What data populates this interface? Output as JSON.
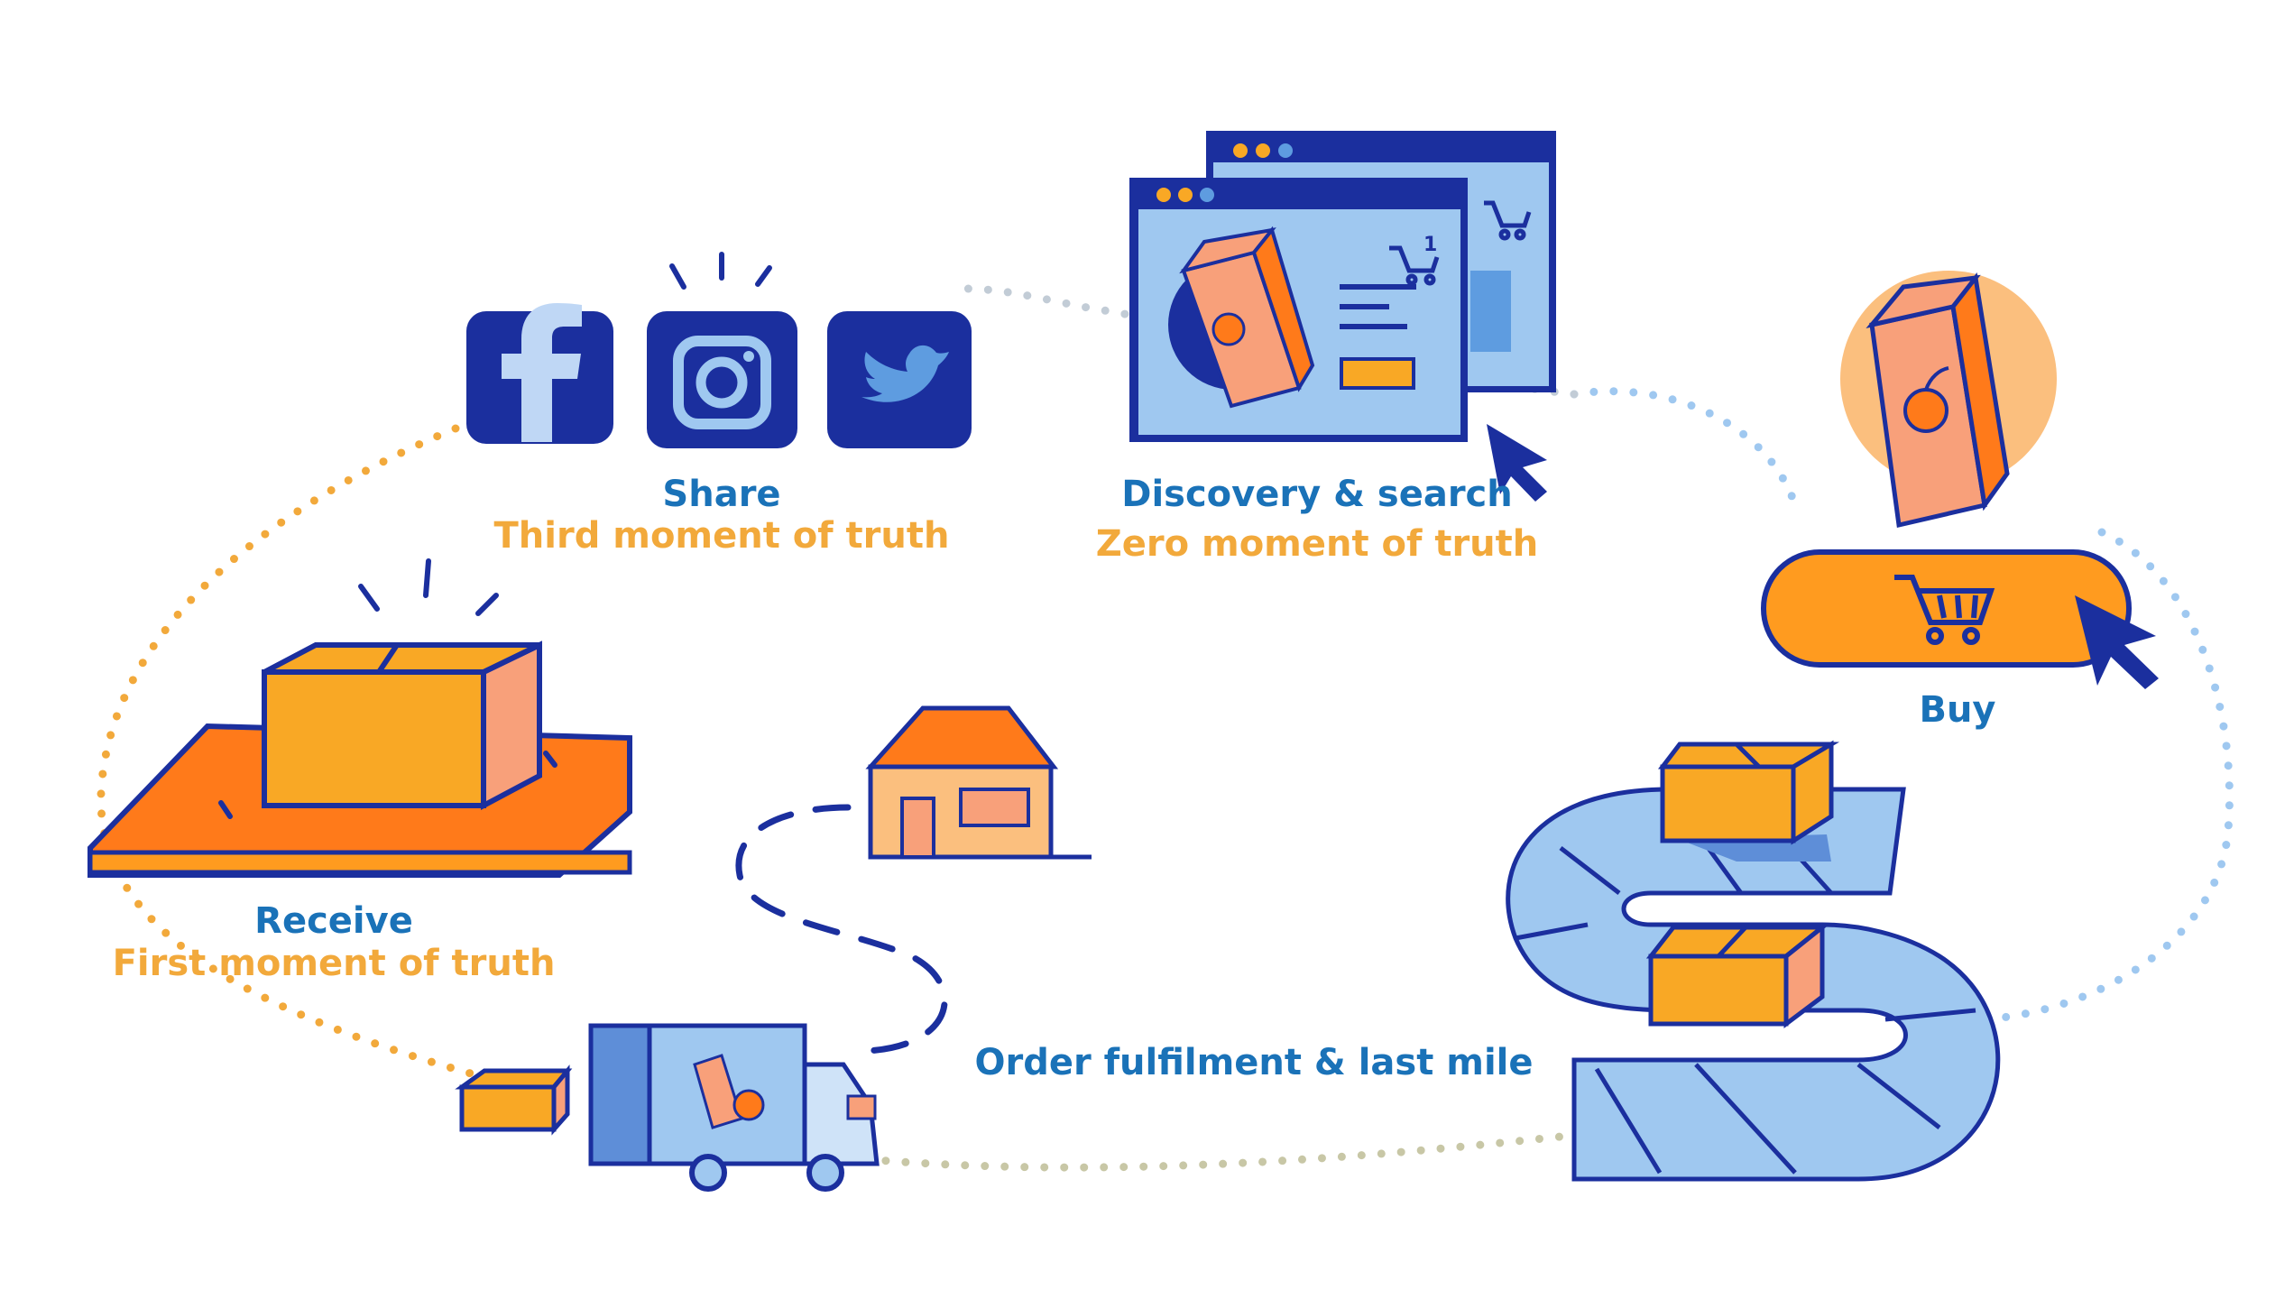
{
  "colors": {
    "navy": "#1b2f9e",
    "blue_text": "#1a72b8",
    "orange_text": "#f2a93b",
    "orange": "#ff7a1a",
    "box_orange": "#f9a825",
    "light_blue": "#9fc8f0",
    "peach": "#fbbf7e"
  },
  "stages": {
    "share": {
      "title": "Share",
      "subtitle": "Third moment of truth"
    },
    "discovery": {
      "title": "Discovery & search",
      "subtitle": "Zero moment of truth"
    },
    "buy": {
      "title": "Buy"
    },
    "fulfilment": {
      "title": "Order fulfilment & last mile"
    },
    "receive": {
      "title": "Receive",
      "subtitle": "First moment of truth"
    }
  },
  "icons": {
    "social": [
      "facebook-icon",
      "instagram-icon",
      "twitter-icon"
    ],
    "browser": "browser-window-icon",
    "cart": "shopping-cart-icon",
    "cursor": "mouse-cursor-icon",
    "carton": "juice-carton-icon",
    "truck": "delivery-truck-icon",
    "house": "house-icon",
    "conveyor": "conveyor-belt-icon",
    "parcel": "parcel-box-icon"
  },
  "cart_badge": "1"
}
